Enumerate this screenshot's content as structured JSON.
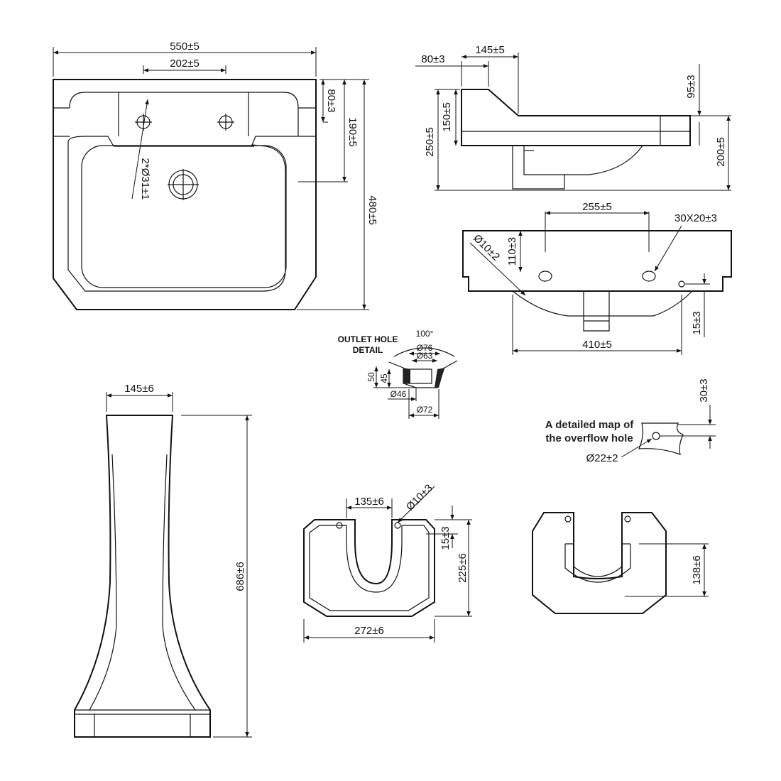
{
  "top_view": {
    "width": "550±5",
    "tap_spacing": "202±5",
    "tap_holes": "2*Ø31±1",
    "rim_to_tap": "80±3",
    "rim_to_bowl": "190±5",
    "depth": "480±5"
  },
  "side_view": {
    "back_offset": "80±3",
    "deck_depth": "145±5",
    "deck_height": "95±3",
    "back_height": "150±5",
    "total_height": "250±5",
    "front_height": "200±5"
  },
  "rear_view": {
    "fixing_spacing": "255±5",
    "fixing_slot": "30X20±3",
    "fixing_hole": "Ø10±2",
    "fixing_height": "110±3",
    "overflow_height": "15±3",
    "base_width": "410±5"
  },
  "outlet_detail": {
    "title_line1": "OUTLET HOLE",
    "title_line2": "DETAIL",
    "angle": "100°",
    "outer_dia": "Ø76",
    "inner_dia": "Ø63",
    "height_outer": "50",
    "height_inner": "45",
    "bottom_inner": "Ø46",
    "bottom_outer": "Ø72"
  },
  "overflow_detail": {
    "label_line1": "A detailed map of",
    "label_line2": "the overflow hole",
    "offset": "30±3",
    "diameter": "Ø22±2"
  },
  "pedestal": {
    "top_width": "145±6",
    "height": "686±6"
  },
  "pedestal_plan": {
    "gap": "135±6",
    "hole": "Ø10±3",
    "inset": "15±3",
    "depth": "225±6",
    "width": "272±6"
  },
  "pedestal_base": {
    "channel_depth": "138±6"
  }
}
